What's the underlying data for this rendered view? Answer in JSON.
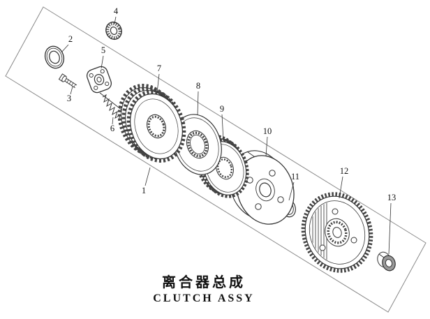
{
  "diagram": {
    "title_cn": "离合器总成",
    "title_en": "CLUTCH ASSY",
    "part_numbers": [
      "1",
      "2",
      "3",
      "4",
      "5",
      "6",
      "7",
      "8",
      "9",
      "10",
      "11",
      "12",
      "13"
    ]
  }
}
